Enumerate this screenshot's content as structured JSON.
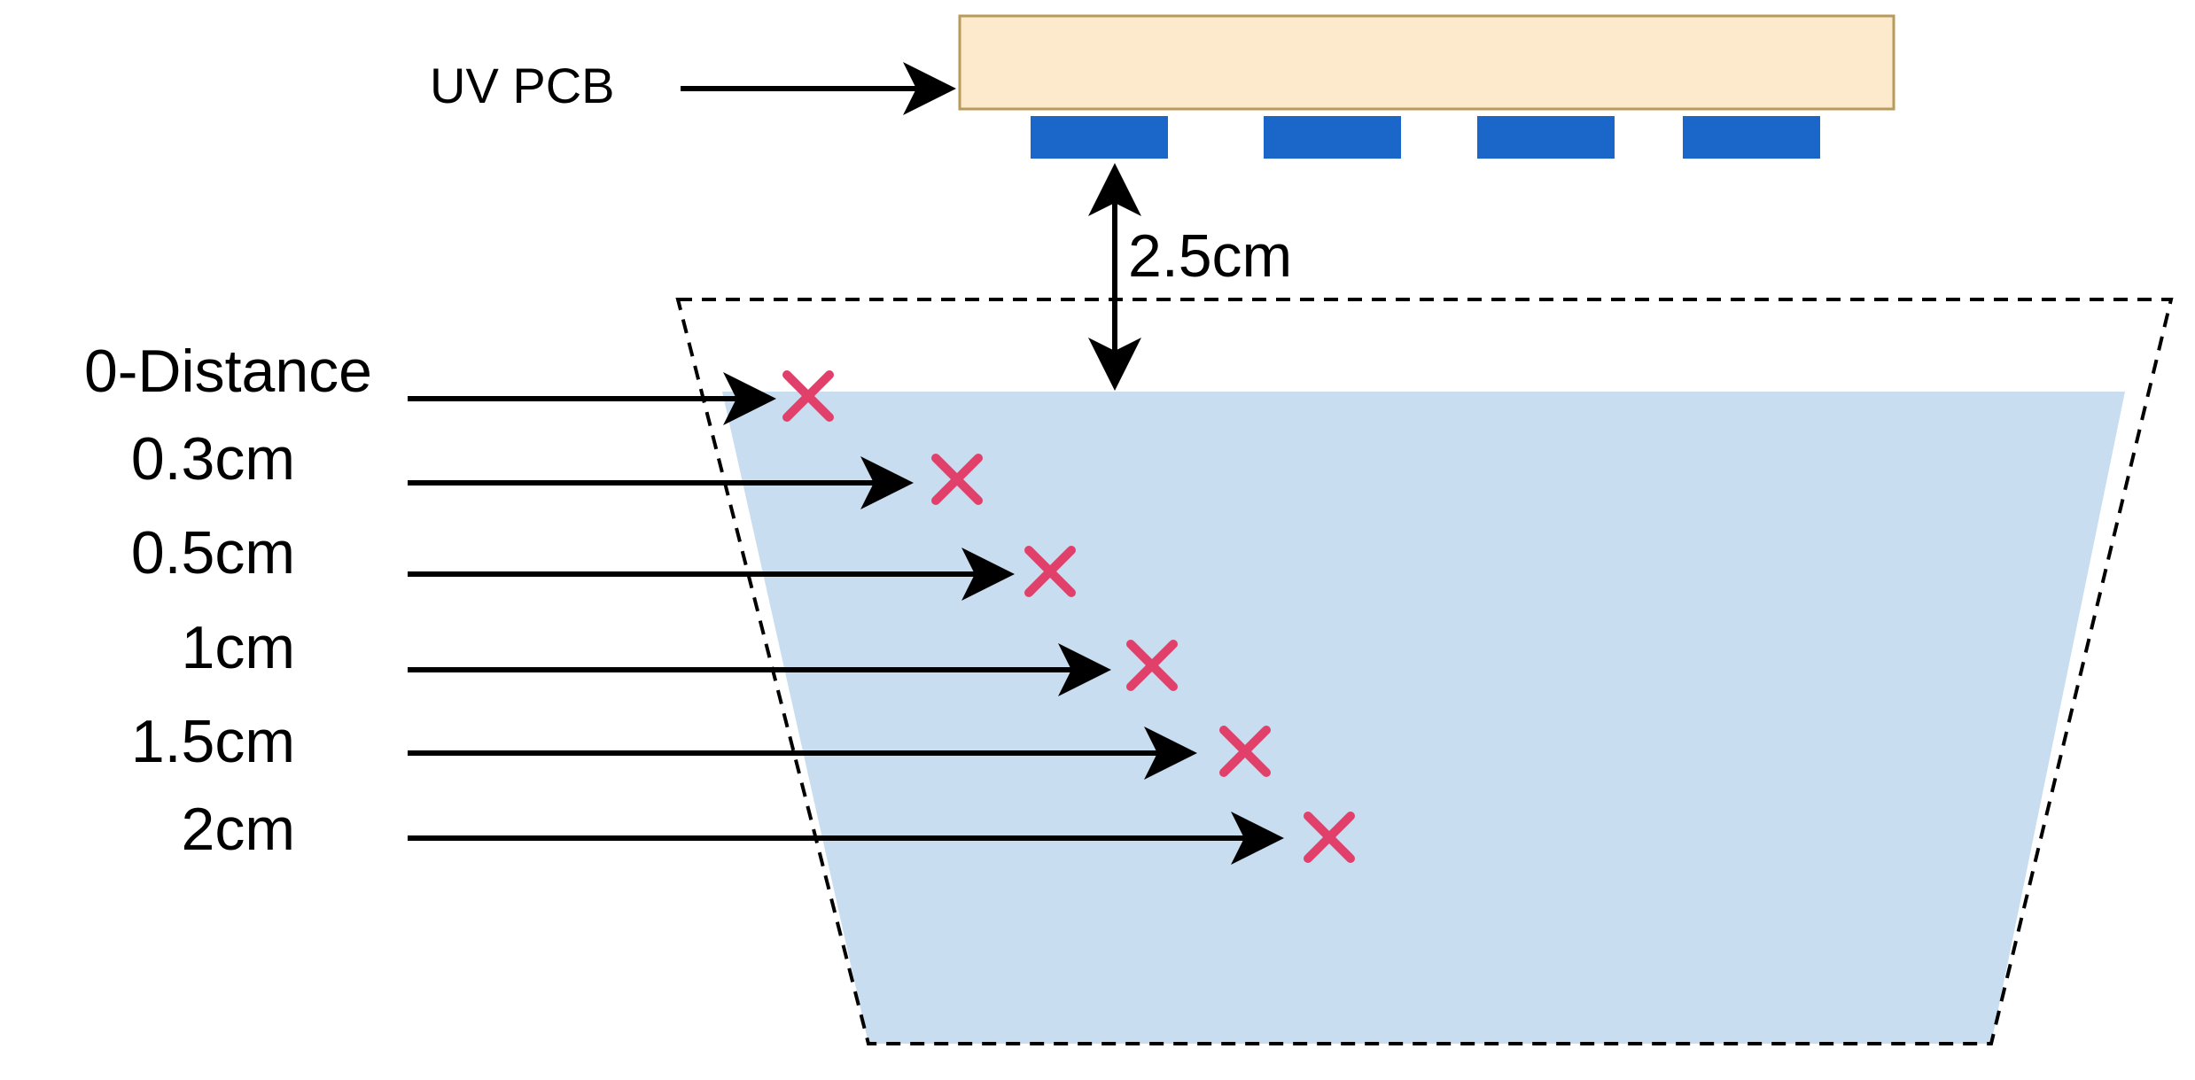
{
  "pcb": {
    "label": "UV PCB",
    "board_color": "#fdeacc",
    "board_stroke": "#b89a5a",
    "led_color": "#1b66c9",
    "led_count": 4
  },
  "gap_label": "2.5cm",
  "container": {
    "water_color": "#c9ddf1",
    "outline_color": "#000000"
  },
  "marker_color": "#e0406a",
  "measurements": [
    {
      "label": "0-Distance"
    },
    {
      "label": "0.3cm"
    },
    {
      "label": "0.5cm"
    },
    {
      "label": "1cm"
    },
    {
      "label": "1.5cm"
    },
    {
      "label": "2cm"
    }
  ]
}
